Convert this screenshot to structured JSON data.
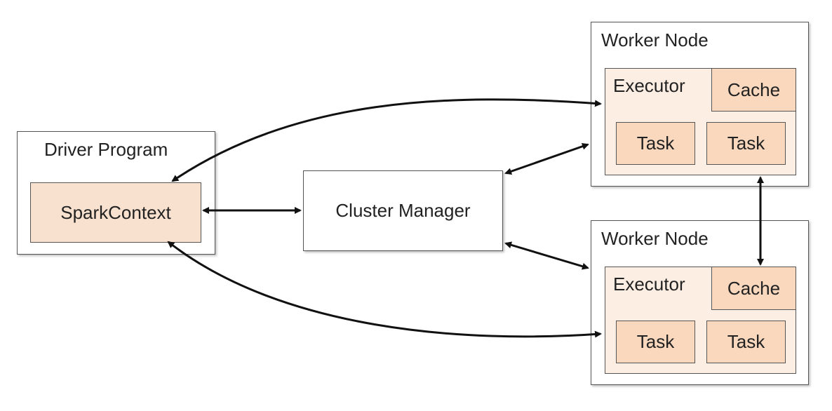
{
  "driver": {
    "title": "Driver Program",
    "context_label": "SparkContext"
  },
  "cluster_manager": {
    "label": "Cluster Manager"
  },
  "worker_nodes": [
    {
      "title": "Worker Node",
      "executor_label": "Executor",
      "cache_label": "Cache",
      "tasks": [
        "Task",
        "Task"
      ]
    },
    {
      "title": "Worker Node",
      "executor_label": "Executor",
      "cache_label": "Cache",
      "tasks": [
        "Task",
        "Task"
      ]
    }
  ],
  "colors": {
    "box_border": "#555555",
    "executor_fill": "#fdeee3",
    "task_fill": "#f9d8bd",
    "spark_fill": "#f9e1cf",
    "arrow": "#111111"
  }
}
